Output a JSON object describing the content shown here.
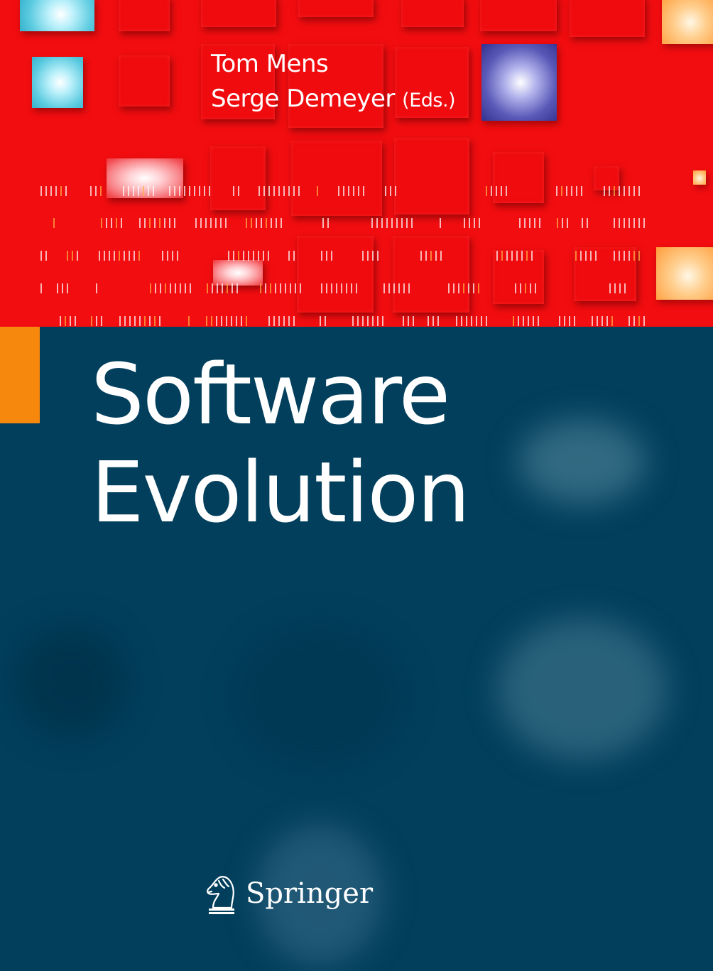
{
  "book": {
    "author_line_1": "Tom Mens",
    "author_line_2": "Serge Demeyer",
    "editors_suffix": "(Eds.)",
    "title_line_1": "Software",
    "title_line_2": "Evolution",
    "publisher": "Springer"
  },
  "icons": {
    "publisher_logo": "knight-chess-piece-icon"
  },
  "colors": {
    "top_panel": "#f20d10",
    "bottom_panel": "#013f5c",
    "accent_orange": "#f6880d",
    "text": "#ffffff"
  }
}
